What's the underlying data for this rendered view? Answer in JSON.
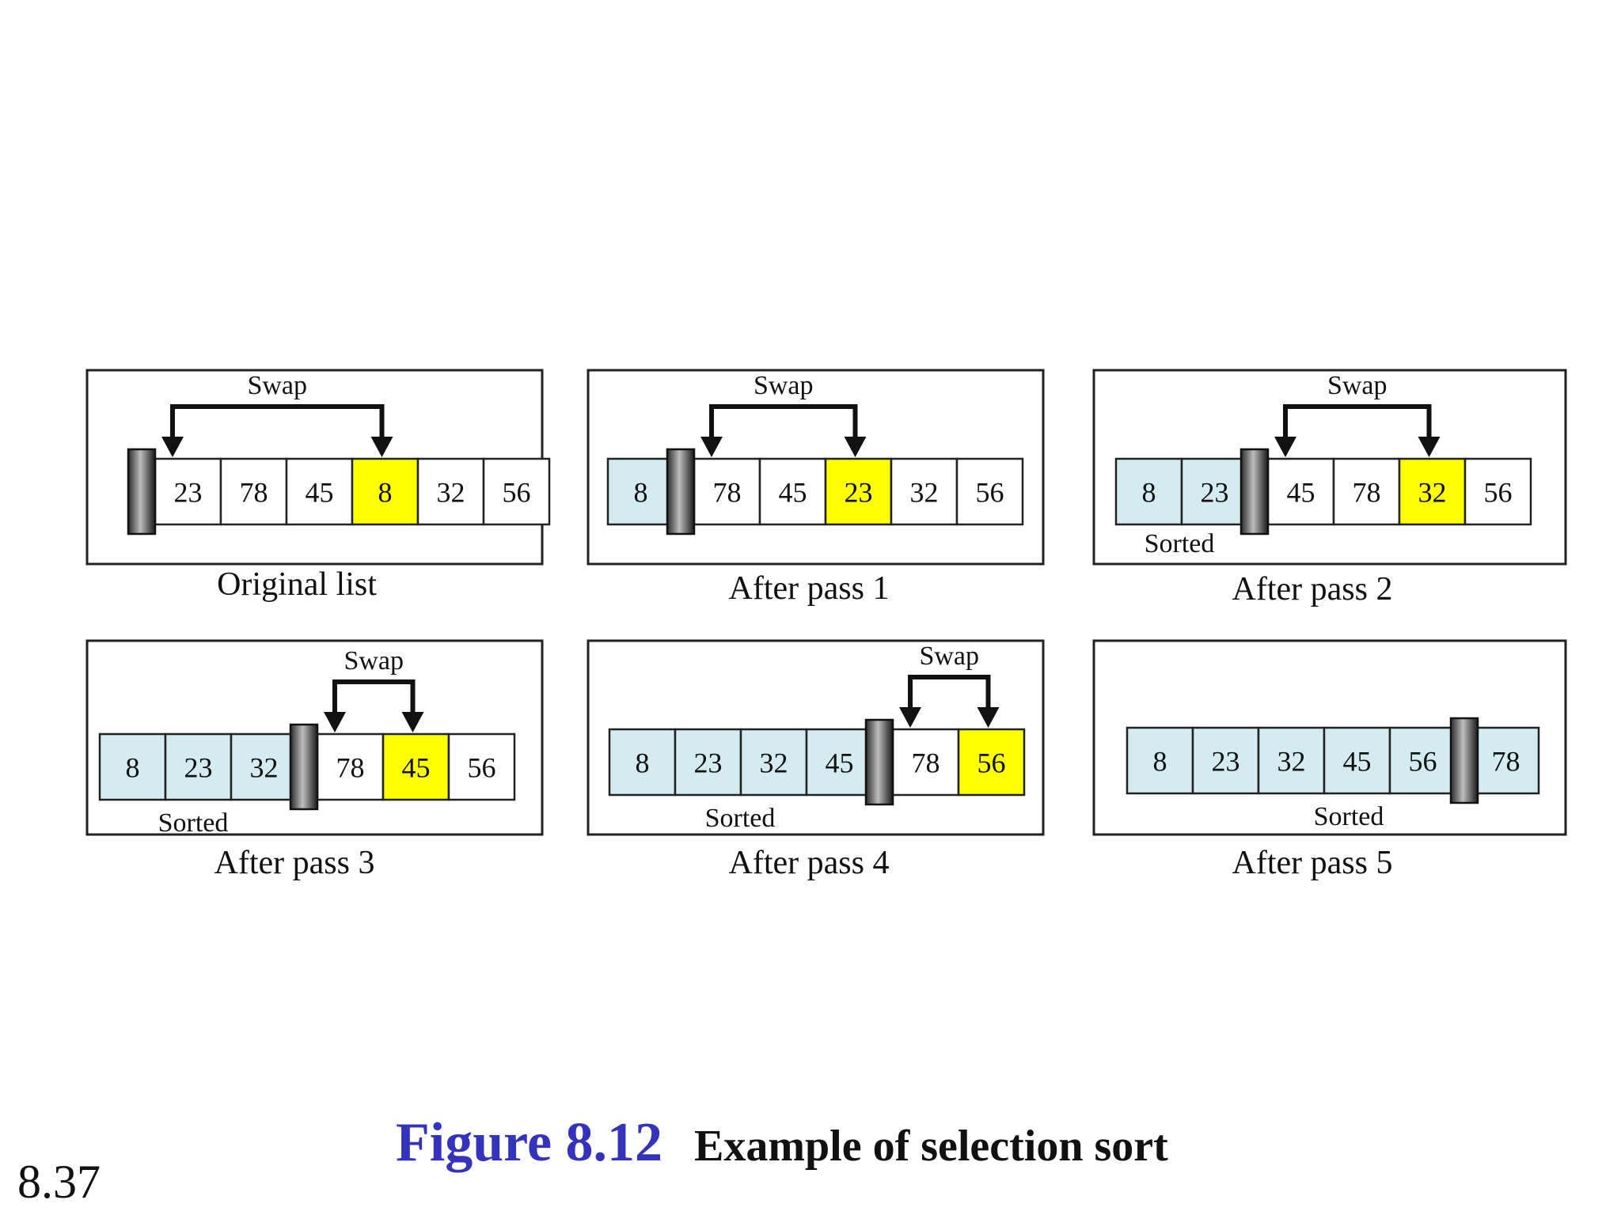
{
  "colors": {
    "sorted_fill": "#d2ecf2",
    "unsorted_fill": "#ffffff",
    "highlight_fill": "#ffff00",
    "figure_label_color": "#3333bb",
    "text_color": "#111111"
  },
  "panels": [
    {
      "caption": "Original list",
      "swap_label": "Swap",
      "sorted_label": "",
      "values": [
        "23",
        "78",
        "45",
        "8",
        "32",
        "56"
      ],
      "wall_after": 0,
      "highlight": 3,
      "swap_from": 0,
      "swap_to": 3
    },
    {
      "caption": "After pass 1",
      "swap_label": "Swap",
      "sorted_label": "",
      "values": [
        "8",
        "78",
        "45",
        "23",
        "32",
        "56"
      ],
      "wall_after": 1,
      "highlight": 3,
      "swap_from": 1,
      "swap_to": 3
    },
    {
      "caption": "After pass 2",
      "swap_label": "Swap",
      "sorted_label": "Sorted",
      "values": [
        "8",
        "23",
        "45",
        "78",
        "32",
        "56"
      ],
      "wall_after": 2,
      "highlight": 4,
      "swap_from": 2,
      "swap_to": 4
    },
    {
      "caption": "After pass 3",
      "swap_label": "Swap",
      "sorted_label": "Sorted",
      "values": [
        "8",
        "23",
        "32",
        "78",
        "45",
        "56"
      ],
      "wall_after": 3,
      "highlight": 4,
      "swap_from": 3,
      "swap_to": 4
    },
    {
      "caption": "After pass 4",
      "swap_label": "Swap",
      "sorted_label": "Sorted",
      "values": [
        "8",
        "23",
        "32",
        "45",
        "78",
        "56"
      ],
      "wall_after": 4,
      "highlight": 5,
      "swap_from": 4,
      "swap_to": 5
    },
    {
      "caption": "After pass 5",
      "swap_label": "",
      "sorted_label": "Sorted",
      "values": [
        "8",
        "23",
        "32",
        "45",
        "56",
        "78"
      ],
      "wall_after": 5,
      "highlight": null,
      "swap_from": null,
      "swap_to": null
    }
  ],
  "figure": {
    "label": "Figure 8.12",
    "title": "Example of selection sort"
  },
  "page_number": "8.37"
}
